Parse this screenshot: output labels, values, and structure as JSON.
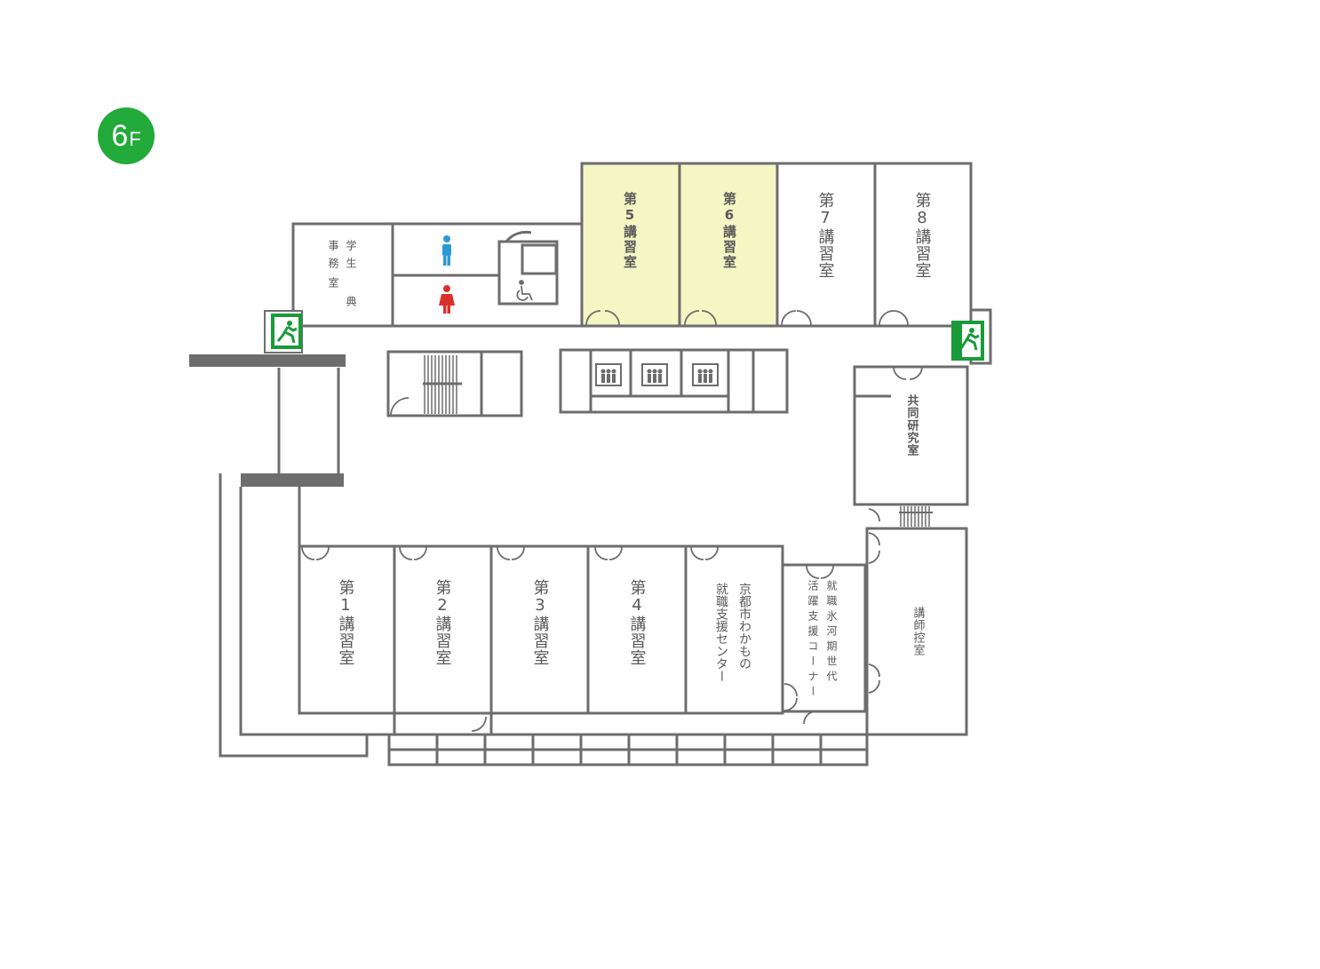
{
  "floor": {
    "number": "6",
    "unit": "F"
  },
  "colors": {
    "badge": "#22aa3a",
    "wall": "#6d6d6d",
    "highlight": "#f4f6c3",
    "text": "#5a5a5a",
    "exit_sign": "#1a9b3a",
    "male_icon": "#2a9ad6",
    "female_icon": "#d8312a"
  },
  "rooms": {
    "room5": "第5講習室",
    "room6": "第6講習室",
    "room7": "第7講習室",
    "room8": "第8講習室",
    "room1": "第1講習室",
    "room2": "第2講習室",
    "room3": "第3講習室",
    "room4": "第4講習室",
    "student_office": [
      "学生",
      "事務",
      "室"
    ],
    "kyoten": "典",
    "joint_research": "共同研究室",
    "wakamono_center": [
      "京都市わかもの",
      "就職支援センター"
    ],
    "hyogaki_corner": [
      "就職氷河期世代",
      "活躍支援コーナー"
    ],
    "lecturer_room": "講師控室"
  },
  "icons": {
    "exit_left": "emergency-exit-icon",
    "exit_right": "emergency-exit-icon",
    "restroom_male": "male-restroom-icon",
    "restroom_female": "female-restroom-icon",
    "accessible_toilet": "wheelchair-icon",
    "elevators": [
      "elevator-icon",
      "elevator-icon",
      "elevator-icon"
    ],
    "stairs": "stairs-icon"
  },
  "highlighted_rooms": [
    "第5講習室",
    "第6講習室"
  ]
}
